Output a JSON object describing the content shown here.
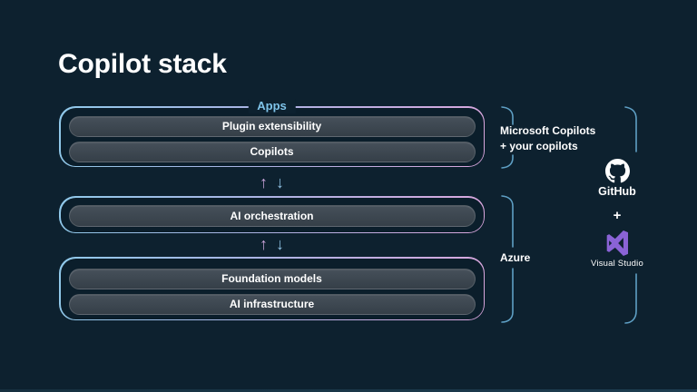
{
  "slide": {
    "title": "Copilot stack"
  },
  "stack": {
    "arrow_up": "↑",
    "arrow_down": "↓",
    "groups": [
      {
        "label": "Apps",
        "items": [
          "Plugin extensibility",
          "Copilots"
        ]
      },
      {
        "label": "",
        "items": [
          "AI orchestration"
        ]
      },
      {
        "label": "",
        "items": [
          "Foundation models",
          "AI infrastructure"
        ]
      }
    ]
  },
  "annotations": {
    "copilots_label_line1": "Microsoft Copilots",
    "copilots_label_line2": "+ your copilots",
    "azure_label": "Azure",
    "github_label": "GitHub",
    "plus_sign": "+",
    "visual_studio_label": "Visual Studio"
  },
  "colors": {
    "background": "#0d212f",
    "group_fill": "#0b1e2b",
    "border_gradient_start": "#8fc9ea",
    "border_gradient_end": "#d9a6dd",
    "apps_label": "#7fc4ea",
    "arrow_up": "#c9a3d9",
    "arrow_down": "#8fc1e2",
    "bracket": "#5e9fc4",
    "pill_fill": "#3d4750",
    "visual_studio_purple": "#8a63d6",
    "text": "#ffffff"
  }
}
